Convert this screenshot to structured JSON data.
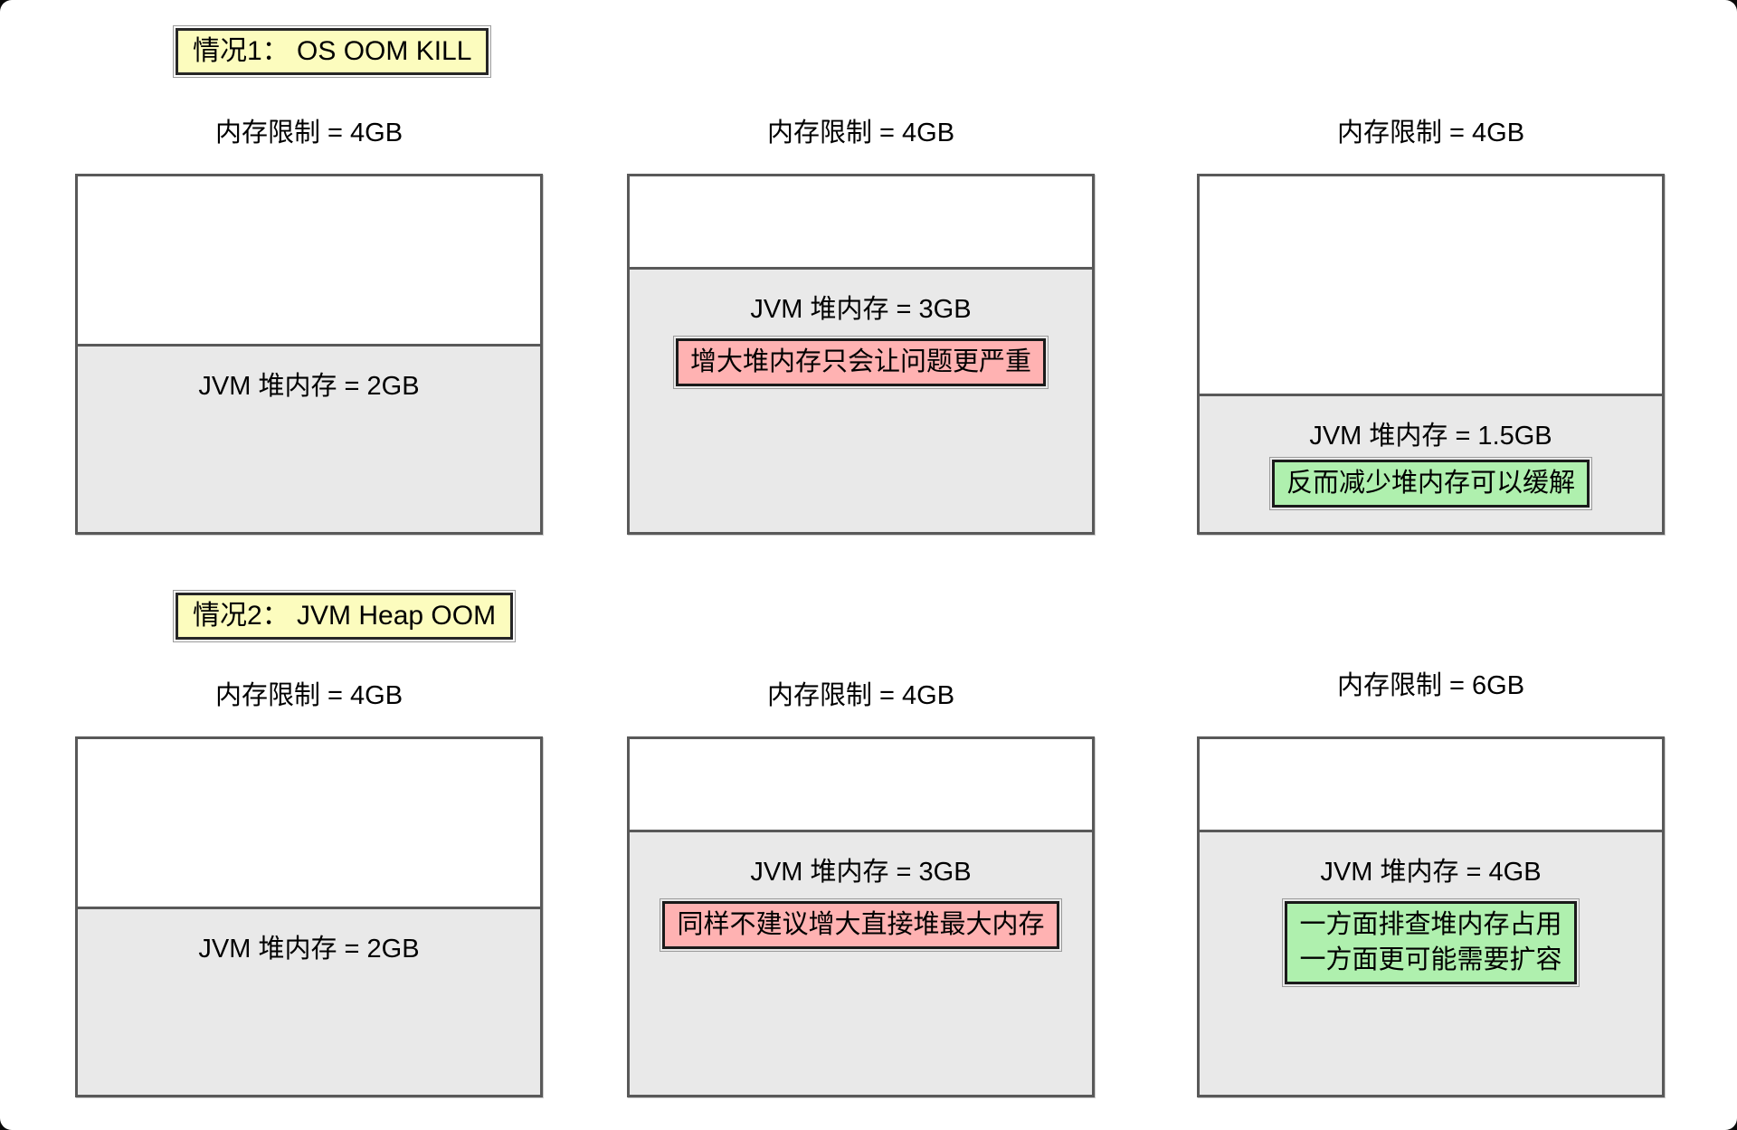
{
  "cases": [
    {
      "label": "情况1： OS OOM KILL"
    },
    {
      "label": "情况2： JVM Heap OOM"
    }
  ],
  "diagrams": [
    {
      "title": "内存限制 = 4GB",
      "heap_label": "JVM 堆内存 = 2GB"
    },
    {
      "title": "内存限制 = 4GB",
      "heap_label": "JVM 堆内存 = 3GB",
      "note": {
        "tone": "warning",
        "lines": [
          "增大堆内存只会让问题更严重"
        ]
      }
    },
    {
      "title": "内存限制 = 4GB",
      "heap_label": "JVM 堆内存 = 1.5GB",
      "note": {
        "tone": "positive",
        "lines": [
          "反而减少堆内存可以缓解"
        ]
      }
    },
    {
      "title": "内存限制 = 4GB",
      "heap_label": "JVM 堆内存 = 2GB"
    },
    {
      "title": "内存限制 = 4GB",
      "heap_label": "JVM 堆内存 = 3GB",
      "note": {
        "tone": "warning",
        "lines": [
          "同样不建议增大直接堆最大内存"
        ]
      }
    },
    {
      "title": "内存限制 = 6GB",
      "heap_label": "JVM 堆内存 = 4GB",
      "note": {
        "tone": "positive",
        "lines": [
          "一方面排查堆内存占用",
          "一方面更可能需要扩容"
        ]
      }
    }
  ],
  "colors": {
    "case_label_bg": "#fcfcbe",
    "warning_note_bg": "#ffb2b2",
    "positive_note_bg": "#aff0ae",
    "heap_fill": "#e9e9e9",
    "box_border": "#595959",
    "note_border": "#1a1a1a"
  }
}
